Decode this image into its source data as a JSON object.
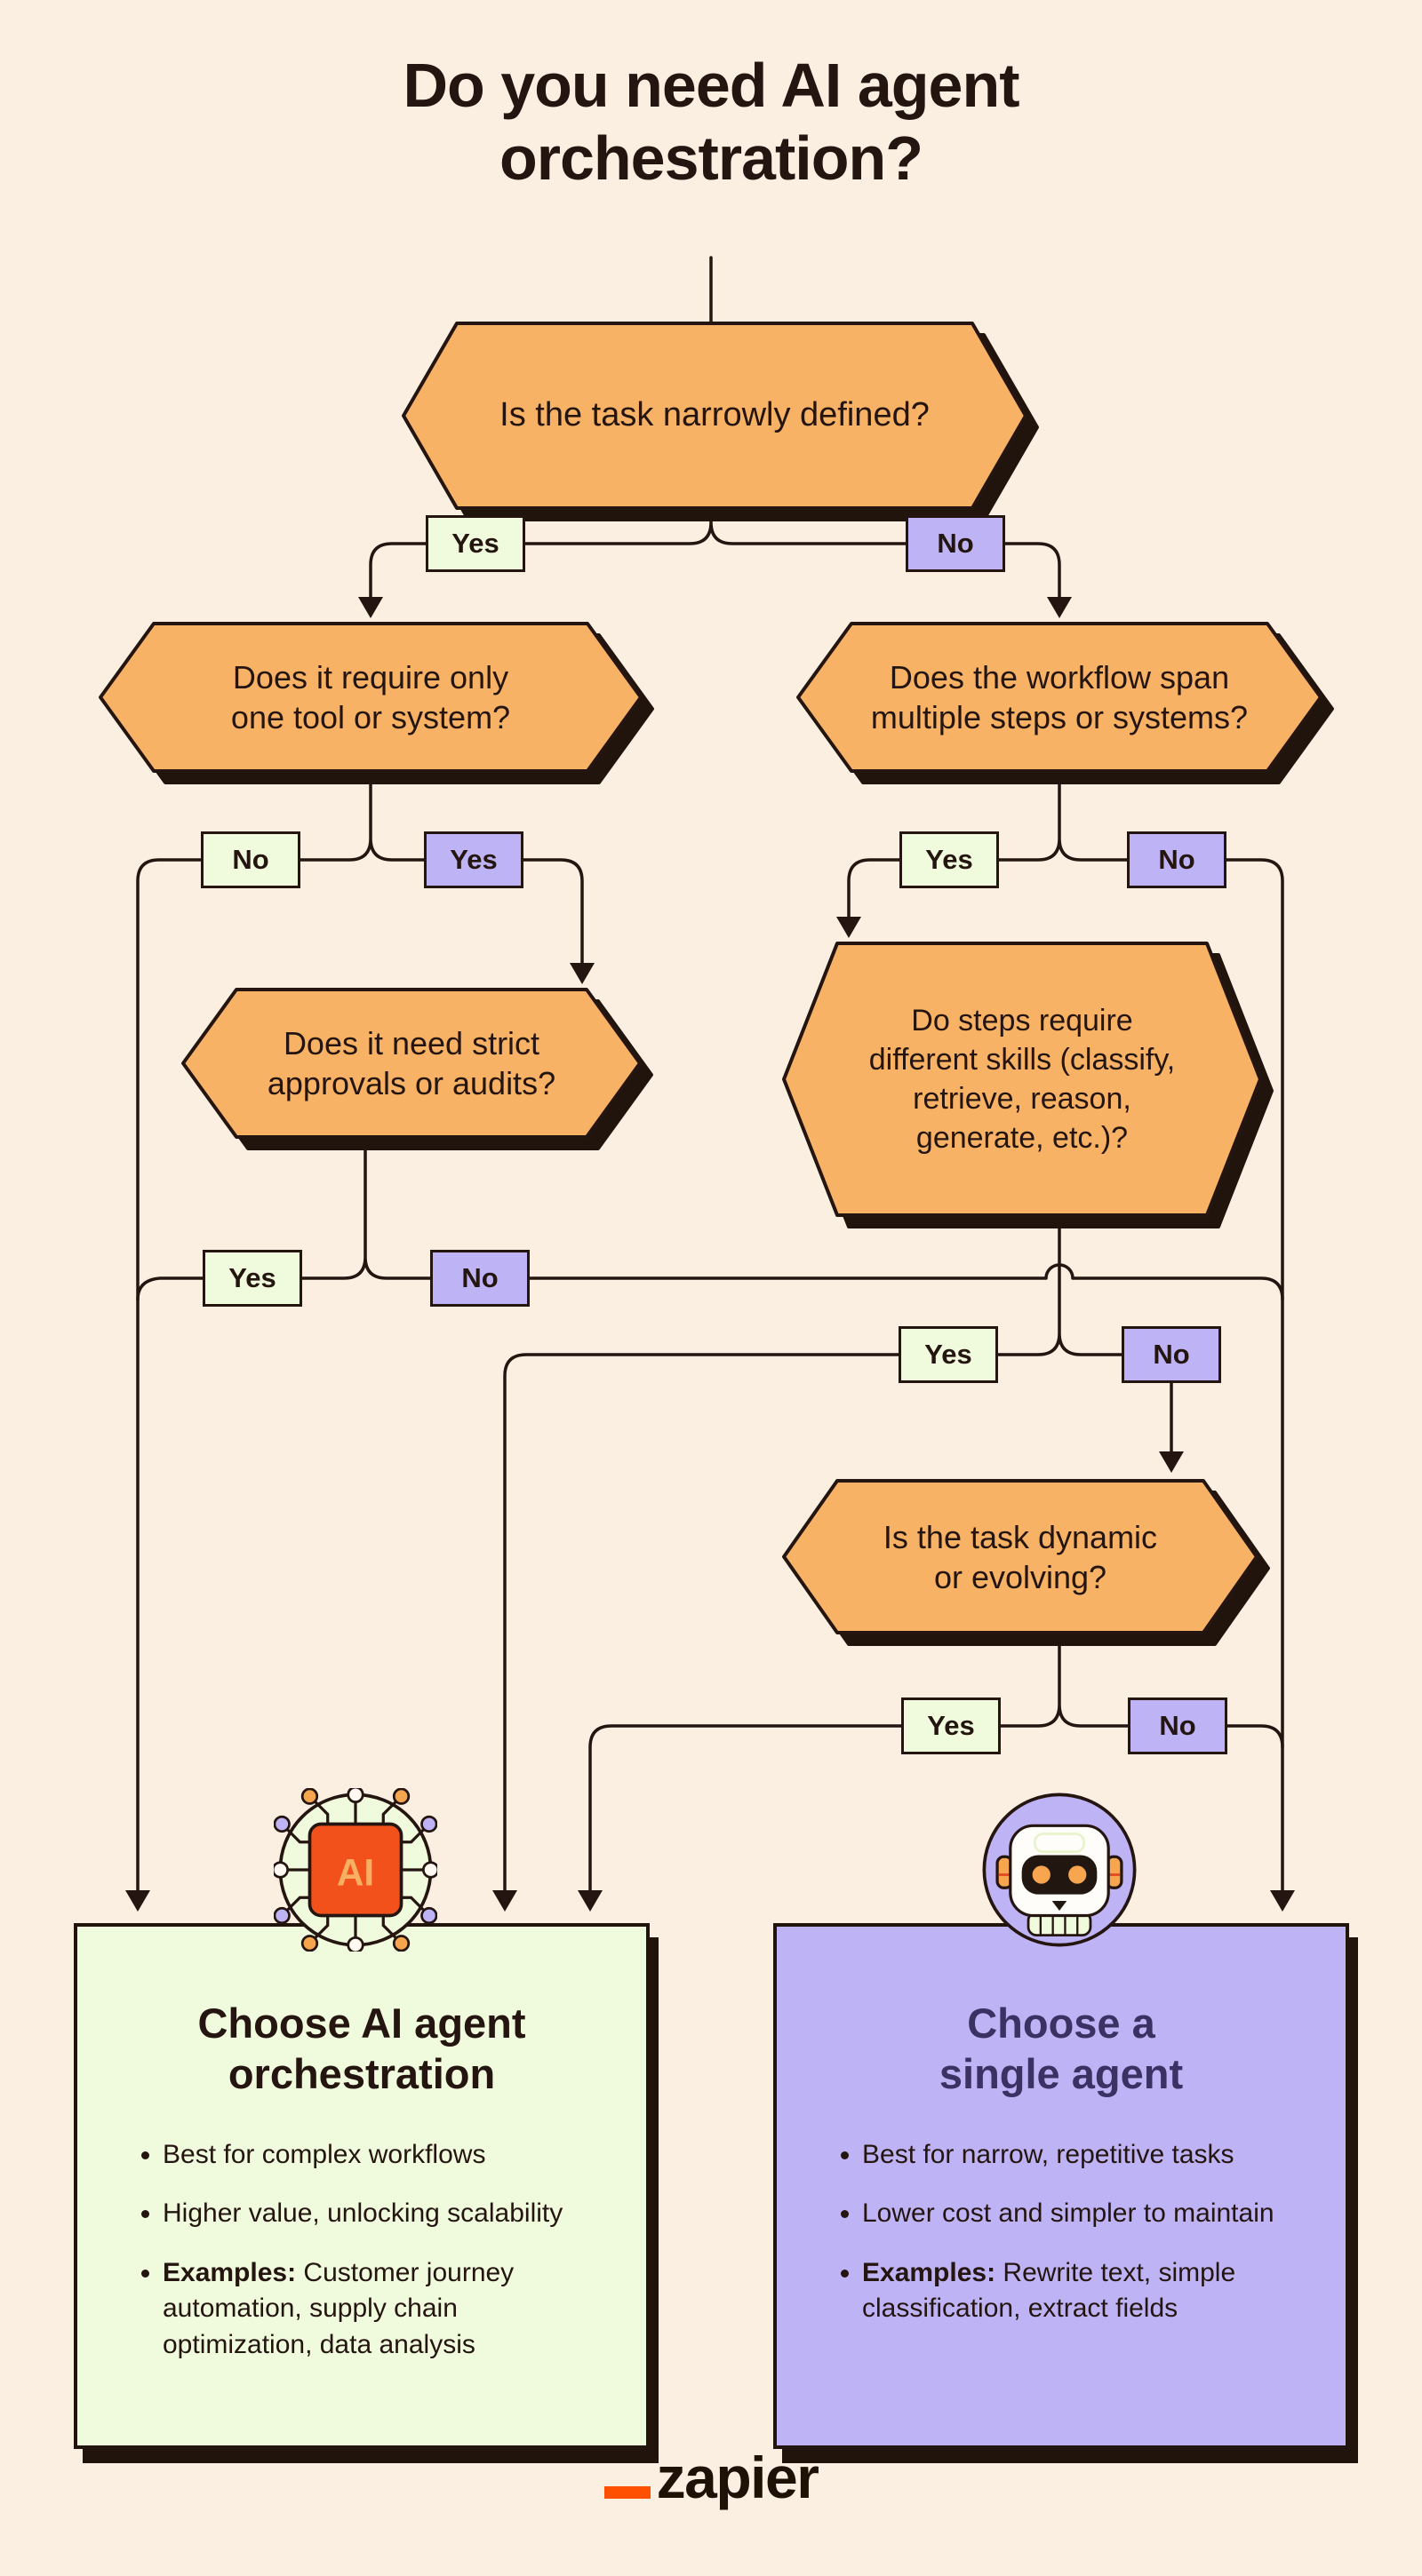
{
  "title": {
    "lines": [
      "Do you need AI agent",
      "orchestration?"
    ]
  },
  "flow": {
    "labels": {
      "yes": "Yes",
      "no": "No"
    },
    "q1": {
      "lines": [
        "Is the task narrowly defined?"
      ]
    },
    "q2": {
      "lines": [
        "Does it require only",
        "one tool or system?"
      ]
    },
    "q3": {
      "lines": [
        "Does the workflow span",
        "multiple steps or systems?"
      ]
    },
    "q4": {
      "lines": [
        "Does it need strict",
        "approvals or audits?"
      ]
    },
    "q5": {
      "lines": [
        "Do steps require",
        "different skills (classify,",
        "retrieve, reason,",
        "generate, etc.)?"
      ]
    },
    "q6": {
      "lines": [
        "Is the task dynamic",
        "or evolving?"
      ]
    }
  },
  "outcomes": {
    "orchestration": {
      "icon": "ai-chip-icon",
      "icon_text": "AI",
      "title_lines": [
        "Choose AI agent",
        "orchestration"
      ],
      "bullets": [
        "Best for complex workflows",
        "Higher value, unlocking scalability"
      ],
      "examples_label": "Examples:",
      "examples_text": "Customer journey automation, supply chain optimization, data analysis"
    },
    "single_agent": {
      "icon": "robot-icon",
      "title_lines": [
        "Choose a",
        "single agent"
      ],
      "bullets": [
        "Best for narrow, repetitive tasks",
        "Lower cost and simpler to maintain"
      ],
      "examples_label": "Examples:",
      "examples_text": "Rewrite text, simple classification, extract fields"
    }
  },
  "footer": {
    "brand": "zapier"
  },
  "colors": {
    "background": "#FBEFE2",
    "hexagon_fill": "#F8B266",
    "yes_green": "#F0FADC",
    "no_purple": "#BEB3F4",
    "outline_dark": "#241510",
    "chip_orange": "#F2511C",
    "brand_orange": "#FF4F00",
    "single_agent_title": "#3B3163"
  }
}
